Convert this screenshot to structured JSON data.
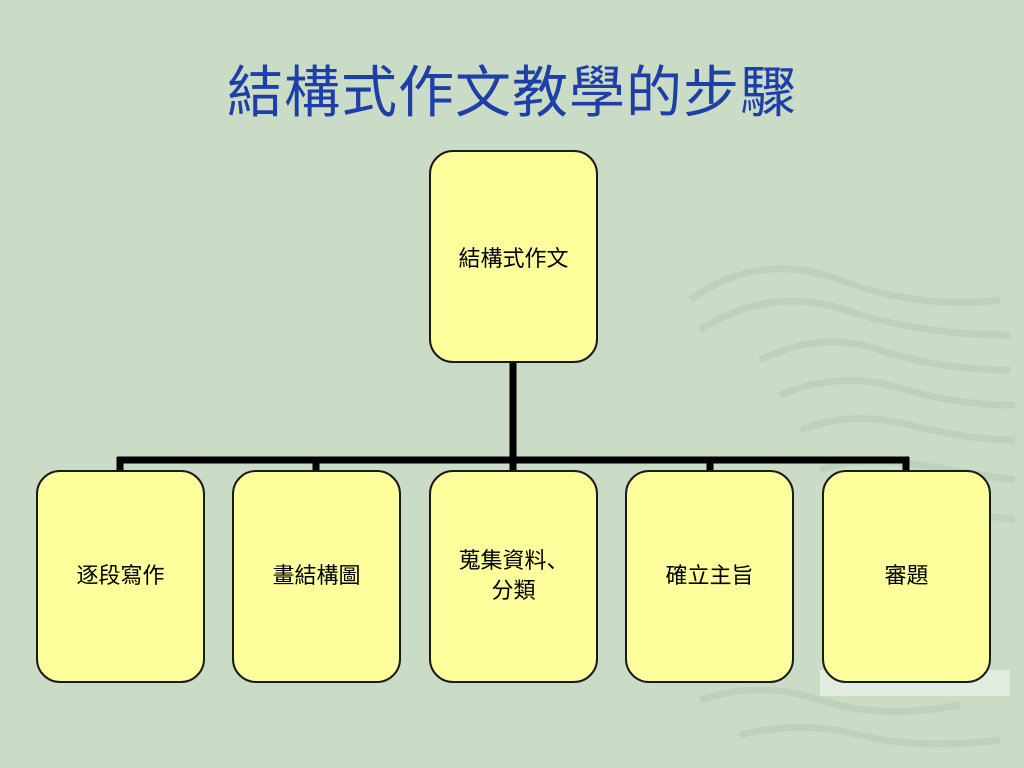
{
  "slide": {
    "title": "結構式作文教學的步驟",
    "colors": {
      "background": "#cbdcc6",
      "title": "#1f3fa8",
      "node_fill": "#fefe9c",
      "node_border": "#1a1a1a",
      "connector": "#000000"
    }
  },
  "diagram": {
    "root": {
      "label": "結構式作文"
    },
    "children": [
      {
        "label": "逐段寫作"
      },
      {
        "label": "畫結構圖"
      },
      {
        "label": "蒐集資料、\n分類"
      },
      {
        "label": "確立主旨"
      },
      {
        "label": "審題"
      }
    ]
  }
}
